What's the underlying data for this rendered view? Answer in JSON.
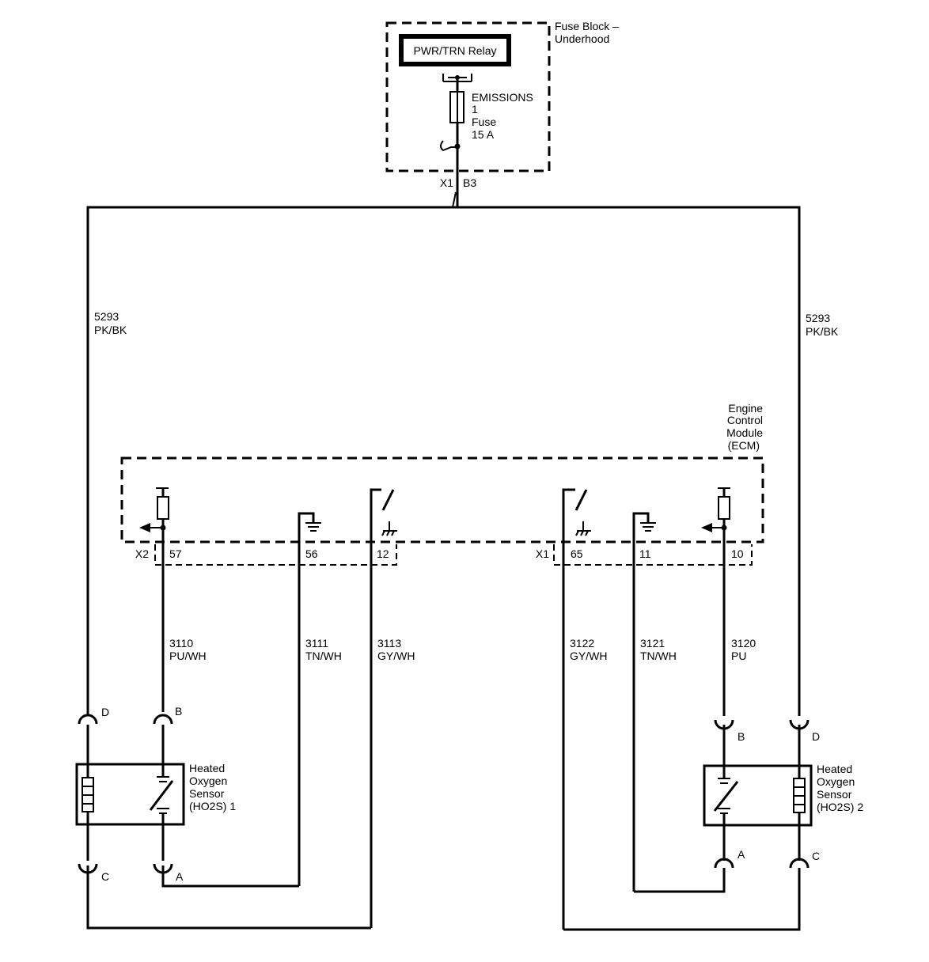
{
  "fuse_block": {
    "title_line1": "Fuse Block –",
    "title_line2": "Underhood",
    "relay_label": "PWR/TRN Relay",
    "fuse_name_line1": "EMISSIONS",
    "fuse_name_line2": "1",
    "fuse_name_line3": "Fuse",
    "fuse_rating": "15 A",
    "connector": "X1",
    "pin": "B3"
  },
  "supply_wire": {
    "left": {
      "circuit": "5293",
      "color": "PK/BK"
    },
    "right": {
      "circuit": "5293",
      "color": "PK/BK"
    }
  },
  "ecm": {
    "title_line1": "Engine",
    "title_line2": "Control",
    "title_line3": "Module",
    "title_line4": "(ECM)",
    "connector_left": "X2",
    "connector_right": "X1",
    "pins": [
      "57",
      "56",
      "12",
      "65",
      "11",
      "10"
    ]
  },
  "wires": [
    {
      "circuit": "3110",
      "color": "PU/WH"
    },
    {
      "circuit": "3111",
      "color": "TN/WH"
    },
    {
      "circuit": "3113",
      "color": "GY/WH"
    },
    {
      "circuit": "3122",
      "color": "GY/WH"
    },
    {
      "circuit": "3121",
      "color": "TN/WH"
    },
    {
      "circuit": "3120",
      "color": "PU"
    }
  ],
  "sensor1": {
    "line1": "Heated",
    "line2": "Oxygen",
    "line3": "Sensor",
    "line4": "(HO2S) 1",
    "terminals": {
      "heater_top": "D",
      "signal_top": "B",
      "heater_bottom": "C",
      "signal_bottom": "A"
    }
  },
  "sensor2": {
    "line1": "Heated",
    "line2": "Oxygen",
    "line3": "Sensor",
    "line4": "(HO2S) 2",
    "terminals": {
      "signal_top": "B",
      "heater_top": "D",
      "signal_bottom": "A",
      "heater_bottom": "C"
    }
  }
}
